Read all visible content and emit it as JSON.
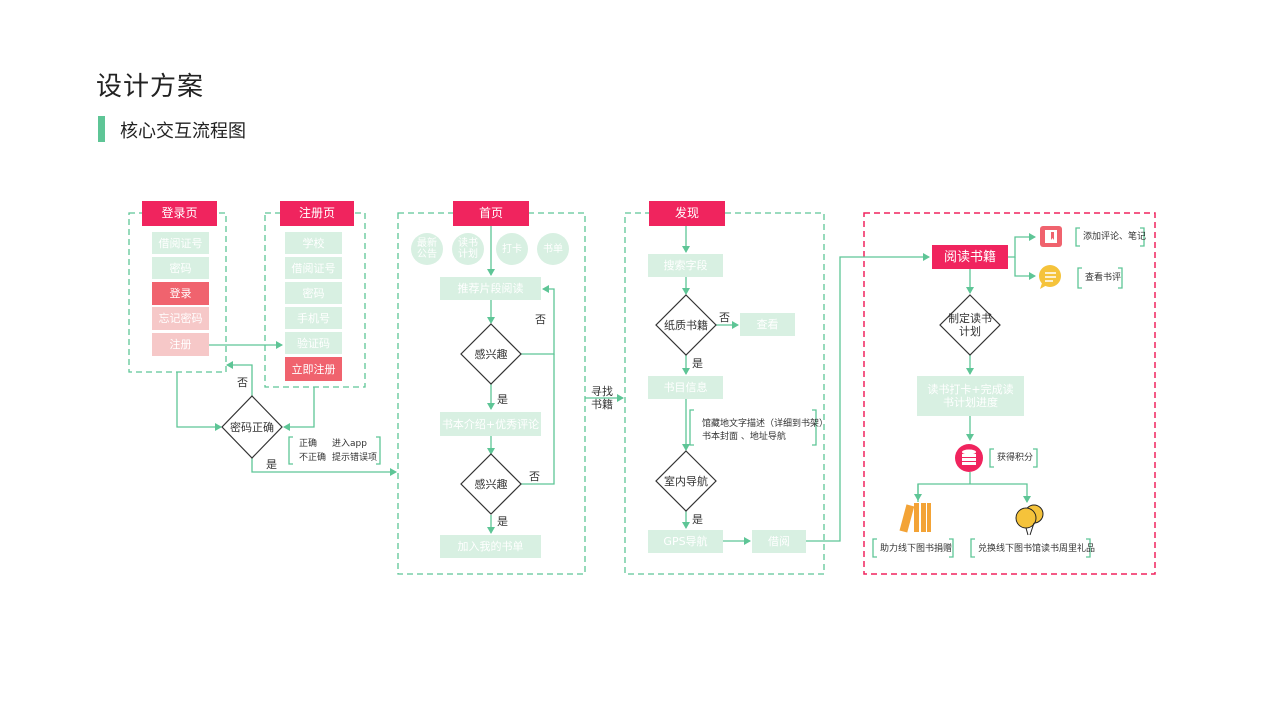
{
  "page": {
    "title": "设计方案",
    "subtitle": "核心交互流程图"
  },
  "colors": {
    "accent": "#f0245e",
    "line": "#5ec596",
    "mint": "#d8f0e2",
    "red": "#f0636e",
    "pink": "#f6c8c8"
  },
  "login": {
    "header": "登录页",
    "items": [
      "借阅证号",
      "密码",
      "登录",
      "忘记密码",
      "注册"
    ]
  },
  "register": {
    "header": "注册页",
    "items": [
      "学校",
      "借阅证号",
      "密码",
      "手机号",
      "验证码",
      "立即注册"
    ]
  },
  "password_check": {
    "diamond": "密码正确",
    "no": "否",
    "yes": "是",
    "note_correct": "正确",
    "note_enter": "进入app",
    "note_incorrect": "不正确",
    "note_error": "提示错误项"
  },
  "home": {
    "header": "首页",
    "circles": [
      "最新公告",
      "读书计划",
      "打卡",
      "书单"
    ],
    "recommend": "推荐片段阅读",
    "interest1": "感兴趣",
    "no1": "否",
    "yes1": "是",
    "intro": "书本介绍+优秀评论",
    "interest2": "感兴趣",
    "no2": "否",
    "yes2": "是",
    "add": "加入我的书单"
  },
  "find": {
    "label": "寻找书籍"
  },
  "discover": {
    "header": "发现",
    "search": "搜索字段",
    "paper": "纸质书籍",
    "no": "否",
    "view": "查看",
    "yes1": "是",
    "catalog": "书目信息",
    "note1": "馆藏地文字描述（详细到书架）",
    "note2": "书本封面 、地址导航",
    "indoor": "室内导航",
    "yes2": "是",
    "gps": "GPS导航",
    "borrow": "借阅"
  },
  "reading": {
    "header": "阅读书籍",
    "comment": "添加评论、笔记",
    "review": "查看书评",
    "plan": "制定读书计划",
    "checkin": "读书打卡+完成读书计划进度",
    "points": "获得积分",
    "donate": "助力线下图书捐赠",
    "gift": "兑换线下图书馆读书周里礼品",
    "icons": [
      "bookmark-icon",
      "chat-icon",
      "database-icon",
      "books-icon",
      "balloons-icon"
    ]
  }
}
